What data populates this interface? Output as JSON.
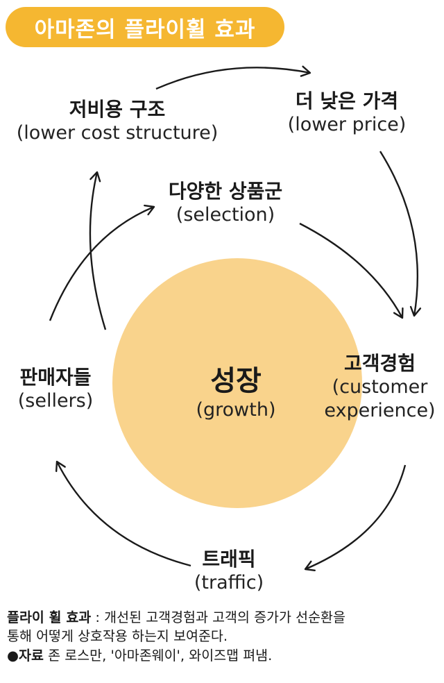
{
  "title": "아마존의 플라이휠 효과",
  "nodes": {
    "lower_cost": {
      "ko": "저비용 구조",
      "en": "(lower cost structure)"
    },
    "lower_price": {
      "ko": "더 낮은 가격",
      "en": "(lower price)"
    },
    "selection": {
      "ko": "다양한 상품군",
      "en": "(selection)"
    },
    "customer_experience": {
      "ko": "고객경험",
      "en_line1": "(customer",
      "en_line2": "experience)"
    },
    "growth": {
      "ko": "성장",
      "en": "(growth)"
    },
    "sellers": {
      "ko": "판매자들",
      "en": "(sellers)"
    },
    "traffic": {
      "ko": "트래픽",
      "en": "(traffic)"
    }
  },
  "caption": {
    "label": "플라이 휠 효과",
    "line1_rest": " : 개선된 고객경험과 고객의 증가가 선순환을",
    "line2": "통해 어떻게 상호작용 하는지 보여준다.",
    "source_label": "●자료",
    "source_text": " 존 로스만, '아마존웨이', 와이즈맵 펴냄."
  },
  "colors": {
    "accent": "#f5b731",
    "growth_circle": "#f9d38c"
  }
}
